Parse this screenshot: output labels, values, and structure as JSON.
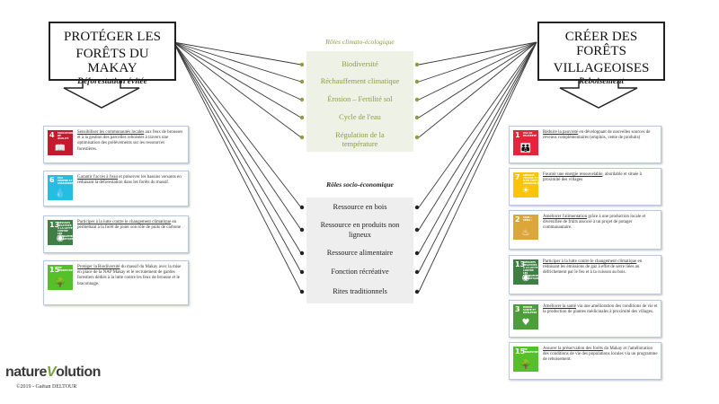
{
  "left_header": {
    "title_line1": "PROTÉGER LES",
    "title_line2": "FORÊTS DU MAKAY",
    "subtitle": "Déforestation évitée"
  },
  "right_header": {
    "title_line1": "CRÉER DES FORÊTS",
    "title_line2": "VILLAGEOISES",
    "subtitle": "Reboisement"
  },
  "eco_section": {
    "label": "Rôles climato-écologique",
    "items": [
      "Biodiversité",
      "Réchauffement climatique",
      "Érosion – Fertilité sol",
      "Cycle de l'eau",
      "Régulation de la",
      "température"
    ]
  },
  "socio_section": {
    "label": "Rôles socio-économique",
    "items": [
      "Ressource en bois",
      "Ressource en produits non",
      "ligneux",
      "Ressource alimentaire",
      "Fonction récréative",
      "Rites traditionnels"
    ]
  },
  "left_cards": [
    {
      "num": "4",
      "sdg_label": "ÉDUCATION DE QUALITÉ",
      "icon": "book-icon",
      "color": "#c5192d",
      "link": "Sensibiliser les communautés locales",
      "text": " aux feux de brousses et à la gestion des parcelles reboisées à travers une optimisation des prélèvements sur les ressources forestières."
    },
    {
      "num": "6",
      "sdg_label": "EAU PROPRE ET ASSAINISSEMENT",
      "icon": "water-icon",
      "color": "#26bde2",
      "link": "Garantir l'accès à l'eau",
      "text": " et préserver les bassins versants en réduisant la déforestation dans les forêts du massif."
    },
    {
      "num": "13",
      "sdg_label": "MESURES RELATIVES À LA LUTTE CONTRE LES CHANGEMENTS CLIMATIQUES",
      "icon": "eye-icon",
      "color": "#3f7e44",
      "link": "Participer à la lutte contre le changement climatique",
      "text": " en permettant à la forêt de jouer son rôle de puits de carbone ."
    },
    {
      "num": "15",
      "sdg_label": "VIE TERRESTRE",
      "icon": "tree-icon",
      "color": "#56c02b",
      "link": "Protéger la Biodiversité",
      "text": " du massif du Makay avec la mise en place de la NAP Makay et le recrutement de gardes forestiers dédiés à la lutte contre les feux de brousse et le braconnage."
    }
  ],
  "right_cards": [
    {
      "num": "1",
      "sdg_label": "PAS DE PAUVRETÉ",
      "icon": "people-icon",
      "color": "#e5243b",
      "link": "Réduire la pauvreté",
      "text": " en développant de nouvelles sources de revenus complémentaires (emplois, vente de produits)"
    },
    {
      "num": "7",
      "sdg_label": "ÉNERGIE PROPRE ET D'UN COÛT ABORDABLE",
      "icon": "sun-icon",
      "color": "#fcc30b",
      "link": "Fournir une énergie renouvelable",
      "text": ", abordable et située à proximité des villages"
    },
    {
      "num": "2",
      "sdg_label": "FAIM « ZÉRO »",
      "icon": "bowl-icon",
      "color": "#dda63a",
      "link": "Améliorer l'alimentation",
      "text": " grâce à une production locale et diversifiée de fruits associé à un projet de potager communautaire."
    },
    {
      "num": "13",
      "sdg_label": "MESURES RELATIVES À LA LUTTE CONTRE LES CHANGEMENTS CLIMATIQUES",
      "icon": "eye-icon",
      "color": "#3f7e44",
      "link": "Participer à la lutte contre le changement climatique",
      "text": " en réduisant les émissions de gaz à effet de serre liées au défrichement par le feu et à la cuisson au bois."
    },
    {
      "num": "3",
      "sdg_label": "BONNE SANTÉ ET BIEN-ÊTRE",
      "icon": "heartbeat-icon",
      "color": "#4c9f38",
      "link": "Améliorer la santé",
      "text": " via une amélioration des conditions de vie et la production de plantes médicinales à proximité des villages."
    },
    {
      "num": "15",
      "sdg_label": "VIE TERRESTRE",
      "icon": "tree-icon",
      "color": "#56c02b",
      "link": "Assurer la préservation des forêts",
      "text": " du Makay et l'amélioration des conditions de vie des populations locales via un programme de reboisement."
    }
  ],
  "footer": {
    "logo_part1": "nature",
    "logo_part2": "V",
    "logo_part3": "olution",
    "copyright": "©2019 - Gaëtan DELTOUR"
  }
}
